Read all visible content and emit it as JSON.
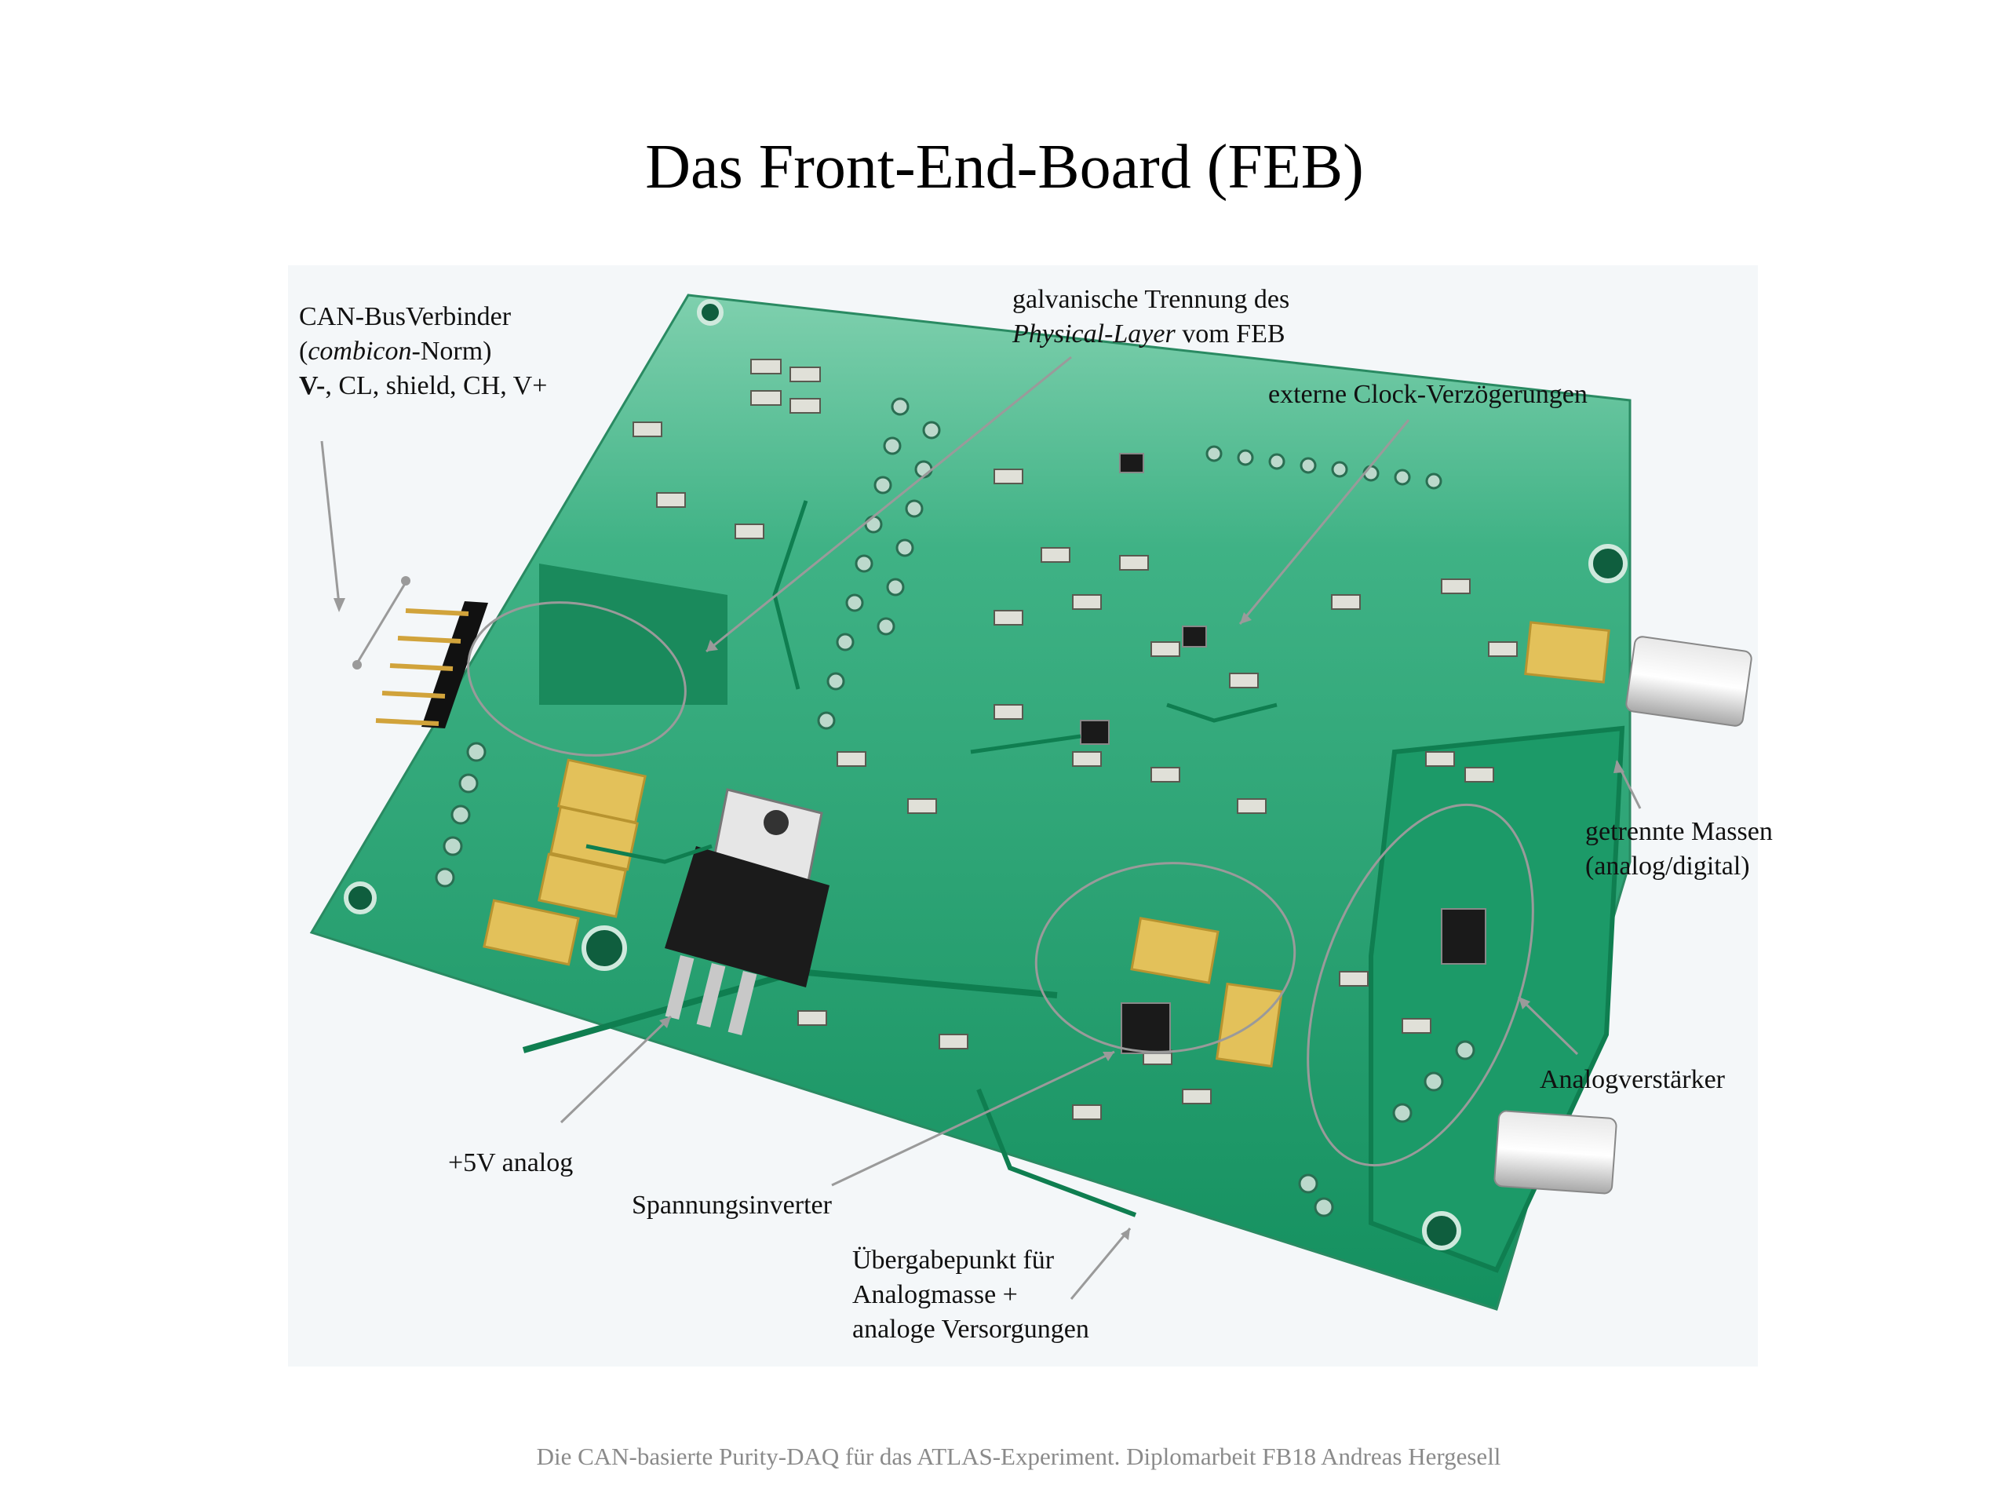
{
  "title": "Das Front-End-Board (FEB)",
  "labels": {
    "can": {
      "line1": "CAN-BusVerbinder",
      "line2_open": "(",
      "line2_italic": "combicon",
      "line2_rest": "-Norm)",
      "line3_bold": "V-",
      "line3_rest": ", CL, shield, CH, V+"
    },
    "galvanic": {
      "line1": "galvanische Trennung des",
      "line2_italic": "Physical-Layer",
      "line2_rest": " vom FEB"
    },
    "clock": "externe Clock-Verzögerungen",
    "masses": {
      "line1": "getrennte Massen",
      "line2": "(analog/digital)"
    },
    "amplifier": "Analogverstärker",
    "plus5v": "+5V analog",
    "inverter": "Spannungsinverter",
    "handover": {
      "line1": "Übergabepunkt für",
      "line2": "Analogmasse +",
      "line3": "analoge Versorgungen"
    }
  },
  "footer": "Die CAN-basierte Purity-DAQ für das ATLAS-Experiment. Diplomarbeit FB18 Andreas Hergesell",
  "colors": {
    "pcb": "#1f9a6a",
    "pcb_light": "#8fd6b6",
    "tantalum": "#e3c15a",
    "callout_line": "#8a8a8a"
  },
  "icons": [
    "pcb-photo",
    "voltage-regulator-icon",
    "bnc-connector-icon",
    "pin-header-icon"
  ]
}
